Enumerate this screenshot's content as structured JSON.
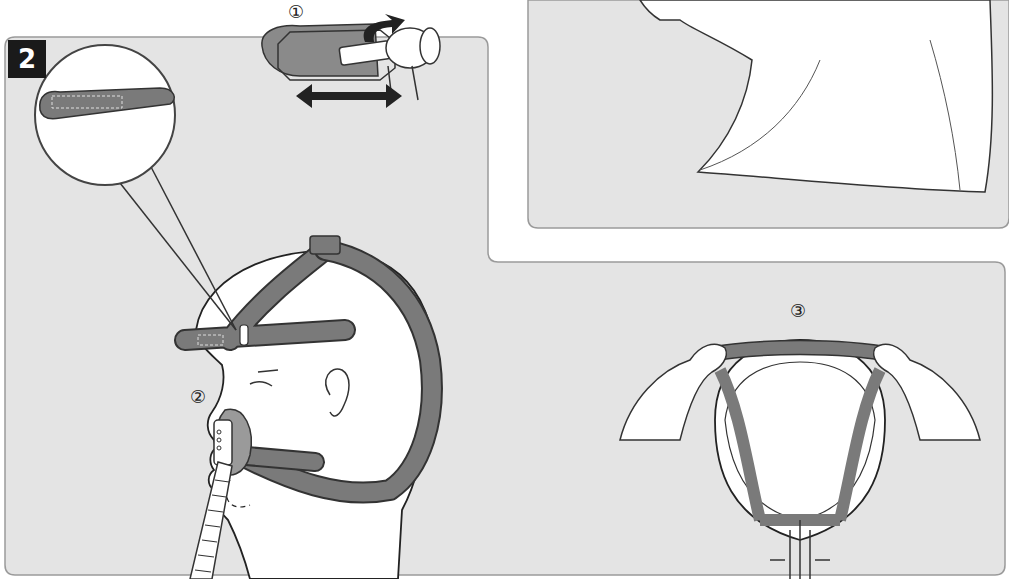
{
  "diagram": {
    "nodes": [
      {
        "text": [
          "2"
        ]
      }
    ],
    "labels": [
      "①",
      "②",
      "③"
    ]
  }
}
